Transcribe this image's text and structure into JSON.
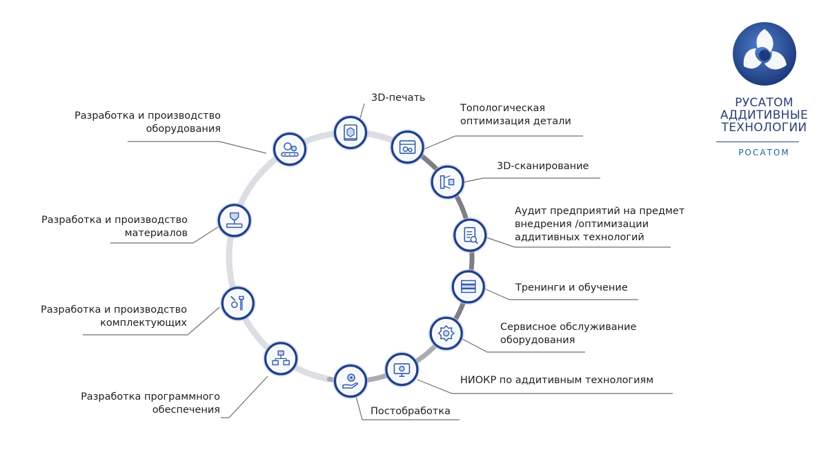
{
  "colors": {
    "ring_light": "#dcdee3",
    "ring_mid": "#a9abb0",
    "ring_dark": "#7d7f84",
    "node_border": "#1f3f8a",
    "node_glow": "#b9c6e4",
    "icon": "#2e5aa8",
    "leader": "#6e6e6e",
    "text": "#1e1e1e",
    "logo_blue": "#2a3f73"
  },
  "nodes": [
    {
      "id": "3d-print",
      "name": "3D-печать",
      "icon": "3d-printer-icon"
    },
    {
      "id": "topology",
      "name": "Топологическая оптимизация детали",
      "icon": "browser-gears-icon"
    },
    {
      "id": "scanning",
      "name": "3D-сканирование",
      "icon": "3d-scanner-icon"
    },
    {
      "id": "audit",
      "name": "Аудит предприятий на предмет внедрения /оптимизации аддитивных технологий",
      "icon": "clipboard-search-icon"
    },
    {
      "id": "training",
      "name": "Тренинги и обучение",
      "icon": "books-icon"
    },
    {
      "id": "service",
      "name": "Сервисное обслуживание оборудования",
      "icon": "gear-wrench-icon"
    },
    {
      "id": "rnd",
      "name": "НИОКР по аддитивным технологиям",
      "icon": "monitor-gear-icon"
    },
    {
      "id": "post",
      "name": "Постобработка",
      "icon": "hand-gear-icon"
    },
    {
      "id": "software",
      "name": "Разработка программного обеспечения",
      "icon": "network-icon"
    },
    {
      "id": "components",
      "name": "Разработка и производство комплектующих",
      "icon": "bolts-icon"
    },
    {
      "id": "materials",
      "name": "Разработка и производство материалов",
      "icon": "extruder-icon"
    },
    {
      "id": "equipment",
      "name": "Разработка и производство оборудования",
      "icon": "gears-conveyor-icon"
    }
  ],
  "labels": {
    "print": [
      "3D-печать"
    ],
    "topology": [
      "Топологическая",
      "оптимизация детали"
    ],
    "scanning": [
      "3D-сканирование"
    ],
    "audit": [
      "Аудит предприятий на предмет",
      "внедрения /оптимизации",
      "аддитивных технологий"
    ],
    "training": [
      "Тренинги и обучение"
    ],
    "service": [
      "Сервисное обслуживание",
      "оборудования"
    ],
    "rnd": [
      "НИОКР по аддитивным технологиям"
    ],
    "post": [
      "Постобработка"
    ],
    "software": [
      "Разработка программного",
      "обеспечения"
    ],
    "components": [
      "Разработка и производство",
      "комплектующих"
    ],
    "materials": [
      "Разработка и производство",
      "материалов"
    ],
    "equipment": [
      "Разработка и производство",
      "оборудования"
    ]
  },
  "logo": {
    "line1": "РУСАТОМ",
    "line2": "АДДИТИВНЫЕ",
    "line3": "ТЕХНОЛОГИИ",
    "line4": "РОСАТОМ"
  }
}
